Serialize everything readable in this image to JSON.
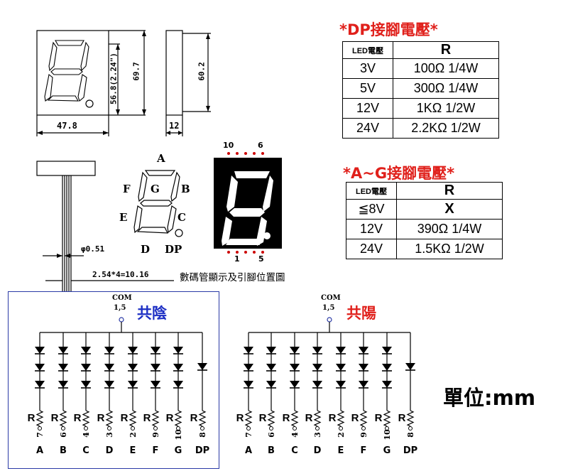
{
  "dimensions": {
    "width_label": "47.8",
    "depth_label": "12",
    "inner_height_label": "56.8(2.24\")",
    "outer_height_label": "69.7",
    "side_height_label": "60.2",
    "pin_diameter_label": "φ0.51",
    "pin_pitch_label": "2.54*4=10.16"
  },
  "segments": {
    "A": "A",
    "B": "B",
    "C": "C",
    "D": "D",
    "E": "E",
    "F": "F",
    "G": "G",
    "DP": "DP"
  },
  "pins": {
    "top_left": "10",
    "top_right": "6",
    "bottom_left": "1",
    "bottom_right": "5"
  },
  "figure_caption": "數碼管顯示及引腳位置圖",
  "dp_table": {
    "title": "*DP接腳電壓*",
    "header_led": "LED電壓",
    "header_r": "R",
    "rows": [
      {
        "v": "3V",
        "r": "100Ω 1/4W"
      },
      {
        "v": "5V",
        "r": "300Ω 1/4W"
      },
      {
        "v": "12V",
        "r": "1KΩ 1/2W"
      },
      {
        "v": "24V",
        "r": "2.2KΩ 1/2W"
      }
    ]
  },
  "ag_table": {
    "title": "*A~G接腳電壓*",
    "header_led": "LED電壓",
    "header_r": "R",
    "rows": [
      {
        "v": "≦8V",
        "r": "X"
      },
      {
        "v": "12V",
        "r": "390Ω 1/4W"
      },
      {
        "v": "24V",
        "r": "1.5KΩ 1/2W"
      }
    ]
  },
  "unit_label": "單位:mm",
  "common_cathode": {
    "title": "共陰",
    "com_label": "COM",
    "com_pins": "1,5",
    "resistor_label": "R",
    "pin_numbers": [
      "7",
      "6",
      "4",
      "3",
      "2",
      "9",
      "10",
      "8"
    ],
    "segment_letters": [
      "A",
      "B",
      "C",
      "D",
      "E",
      "F",
      "G",
      "DP"
    ]
  },
  "common_anode": {
    "title": "共陽",
    "com_label": "COM",
    "com_pins": "1,5",
    "resistor_label": "R",
    "pin_numbers": [
      "7",
      "6",
      "4",
      "3",
      "2",
      "9",
      "10",
      "8"
    ],
    "segment_letters": [
      "A",
      "B",
      "C",
      "D",
      "E",
      "F",
      "G",
      "DP"
    ]
  },
  "colors": {
    "title_red": "#e0201b",
    "cathode_blue": "#1d2fc4",
    "box_border": "#2a3aa6",
    "display_bg": "#000000"
  }
}
